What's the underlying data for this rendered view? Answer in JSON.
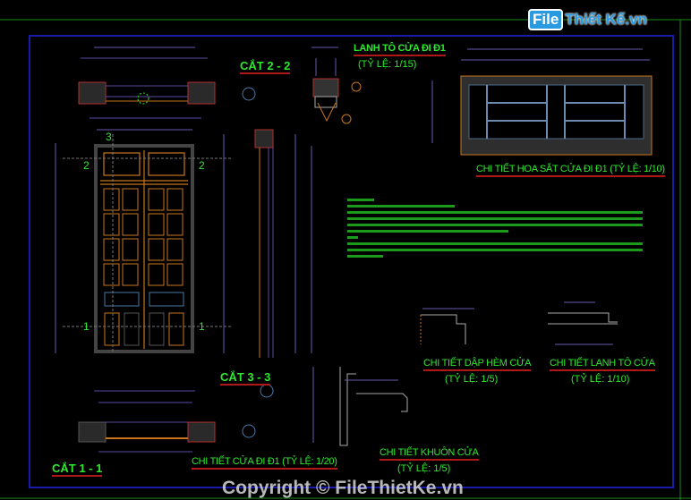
{
  "watermark": {
    "logo_box": "File",
    "logo_text": "Thiết Kế.vn",
    "copyright": "Copyright © FileThietKe.vn"
  },
  "sections": {
    "cut_2_2": "CẮT 2 - 2",
    "cut_3_3": "CẮT 3 - 3",
    "cut_1_1": "CẮT 1 - 1",
    "marks": [
      "1",
      "2",
      "3"
    ]
  },
  "titles": {
    "lintel": {
      "title": "LANH TÔ CỬA ĐI Đ1",
      "scale": "(TỶ LỆ: 1/15)"
    },
    "iron_grille": {
      "title": "CHI TIẾT HOA SẮT CỬA ĐI Đ1 (TỶ LỆ: 1/10)"
    },
    "door": {
      "title": "CHI TIẾT CỬA ĐI Đ1 (TỶ LỆ: 1/20)"
    },
    "frame": {
      "title": "CHI TIẾT KHUÔN CỬA",
      "scale": "(TỶ LỆ: 1/5)"
    },
    "groove": {
      "title": "CHI TIẾT DẬP HÈM CỬA",
      "scale": "(TỶ LỆ: 1/5)"
    },
    "lintel_detail": {
      "title": "CHI TIẾT LANH TÔ CỬA",
      "scale": "(TỶ LỆ: 1/10)"
    }
  },
  "colors": {
    "background": "#000000",
    "frame_blue": "#1a1aa8",
    "text_green": "#2ee82e",
    "underline_red": "#b01818",
    "wood": "#c8741e"
  }
}
